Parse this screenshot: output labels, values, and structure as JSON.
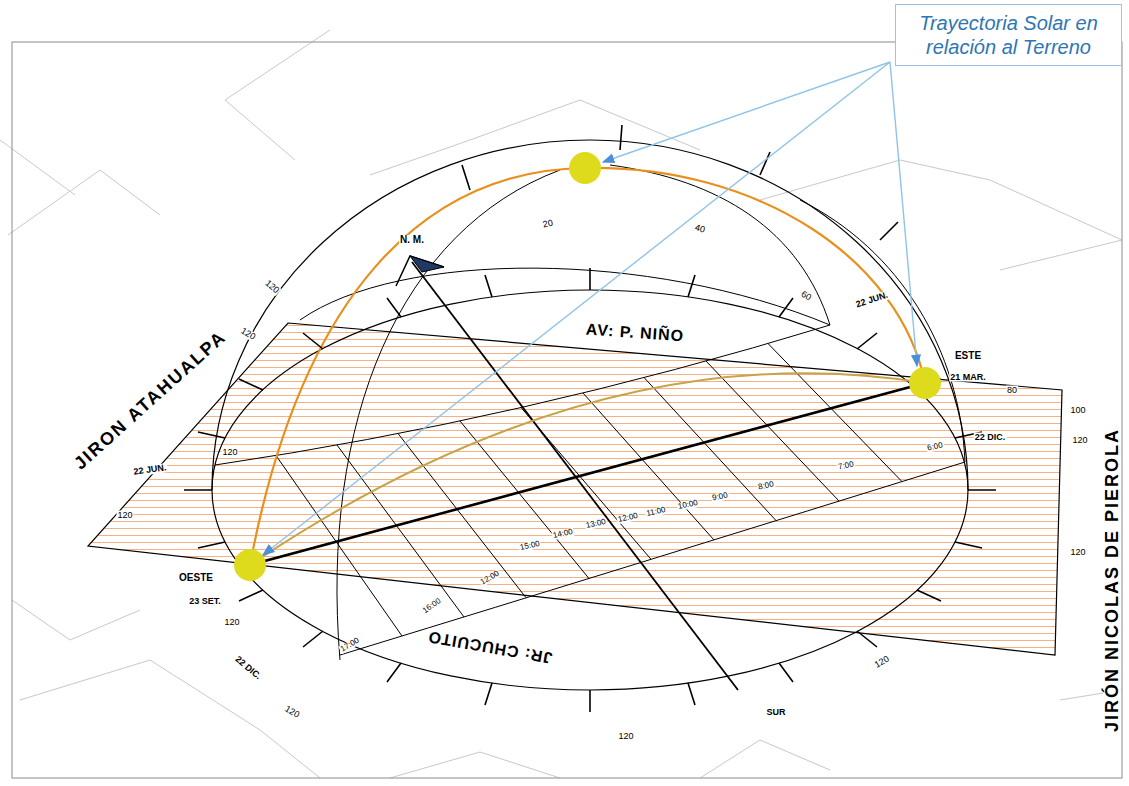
{
  "diagram": {
    "nodes": [
      {
        "text": [
          "Trayectoria Solar en relación al Terreno"
        ]
      }
    ],
    "labels": [
      "N. M.",
      "20",
      "40",
      "60",
      "80",
      "120",
      "120",
      "22 JUN.",
      "AV: P. NIÑO",
      "JIRON ATAHUALPA",
      "ESTE",
      "21 MAR.",
      "100",
      "120",
      "22 JUN.",
      "22 DIC.",
      "120",
      "120",
      "15:00",
      "14:00",
      "13:00",
      "12:00",
      "11:00",
      "10:00",
      "9:00",
      "8:00",
      "7:00",
      "6:00",
      "OESTE",
      "23 SET.",
      "12:00",
      "16:00",
      "17:00",
      "JR: CHUCUITO",
      "120",
      "22 DIC.",
      "120",
      "120",
      "SUR",
      "120",
      "120",
      "JIRÓN NICOLAS DE PIEROLA"
    ]
  }
}
